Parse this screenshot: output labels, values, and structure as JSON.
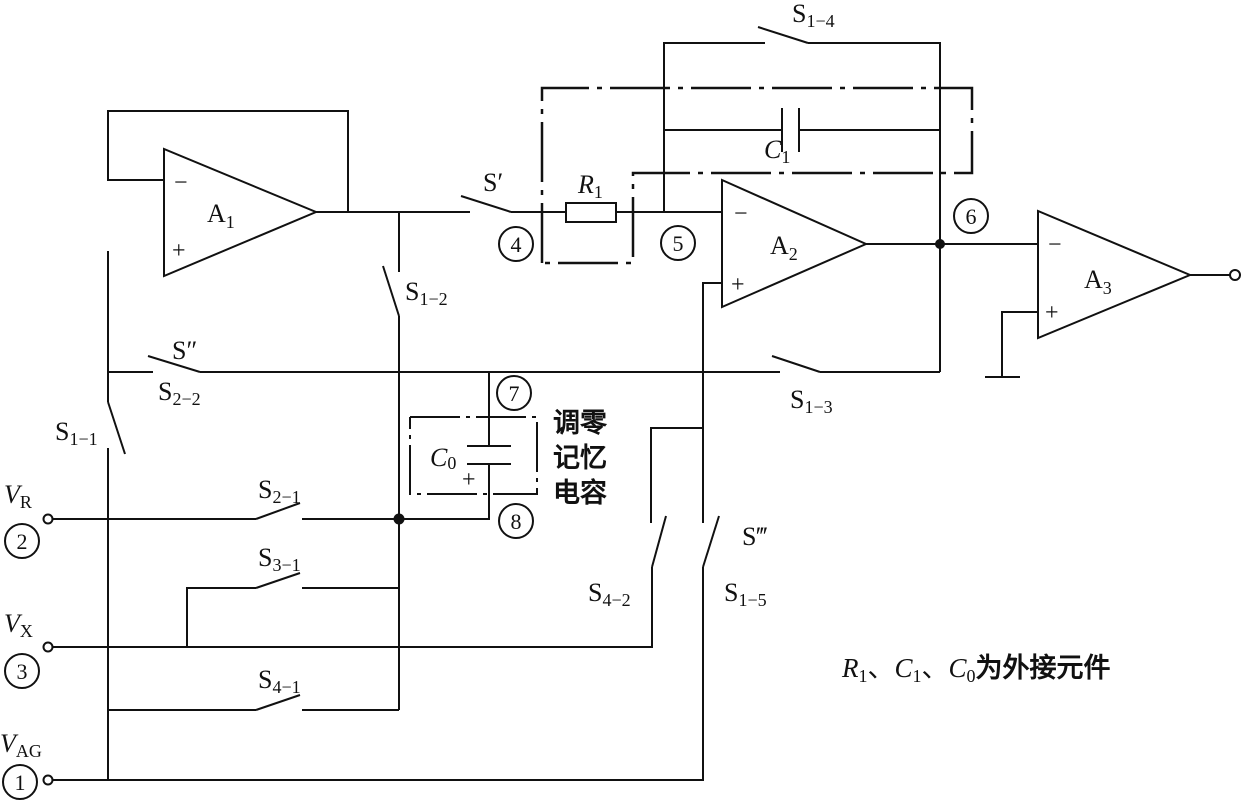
{
  "amplifiers": [
    {
      "label": "A",
      "sub": "1"
    },
    {
      "label": "A",
      "sub": "2"
    },
    {
      "label": "A",
      "sub": "3"
    }
  ],
  "input_signs": {
    "minus": "−",
    "plus": "+"
  },
  "switches": {
    "s1_1": {
      "label": "S",
      "sub": "1−1"
    },
    "s1_2": {
      "label": "S",
      "sub": "1−2"
    },
    "s1_3": {
      "label": "S",
      "sub": "1−3"
    },
    "s1_4": {
      "label": "S",
      "sub": "1−4"
    },
    "s1_5": {
      "label": "S",
      "sub": "1−5"
    },
    "s2_1": {
      "label": "S",
      "sub": "2−1"
    },
    "s2_2": {
      "label": "S",
      "sub": "2−2"
    },
    "s3_1": {
      "label": "S",
      "sub": "3−1"
    },
    "s4_1": {
      "label": "S",
      "sub": "4−1"
    },
    "s4_2": {
      "label": "S",
      "sub": "4−2"
    },
    "s_prime": "S′",
    "s_double_prime": "S″",
    "s_triple_prime": "S‴"
  },
  "components": {
    "r1": {
      "label": "R",
      "sub": "1"
    },
    "c1": {
      "label": "C",
      "sub": "1"
    },
    "c0": {
      "label": "C",
      "sub": "0",
      "polarity": "+"
    }
  },
  "nodes": [
    "1",
    "2",
    "3",
    "4",
    "5",
    "6",
    "7",
    "8"
  ],
  "terminals": {
    "vr": {
      "label": "V",
      "sub": "R"
    },
    "vx": {
      "label": "V",
      "sub": "X"
    },
    "vag": {
      "label": "V",
      "sub": "AG"
    }
  },
  "c0_note": [
    "调零",
    "记忆",
    "电容"
  ],
  "caption": {
    "r": "R",
    "r_sub": "1",
    "sep1": "、",
    "c": "C",
    "c_sub": "1",
    "sep2": "、",
    "c0": "C",
    "c0_sub": "0",
    "text": "为外接元件"
  }
}
